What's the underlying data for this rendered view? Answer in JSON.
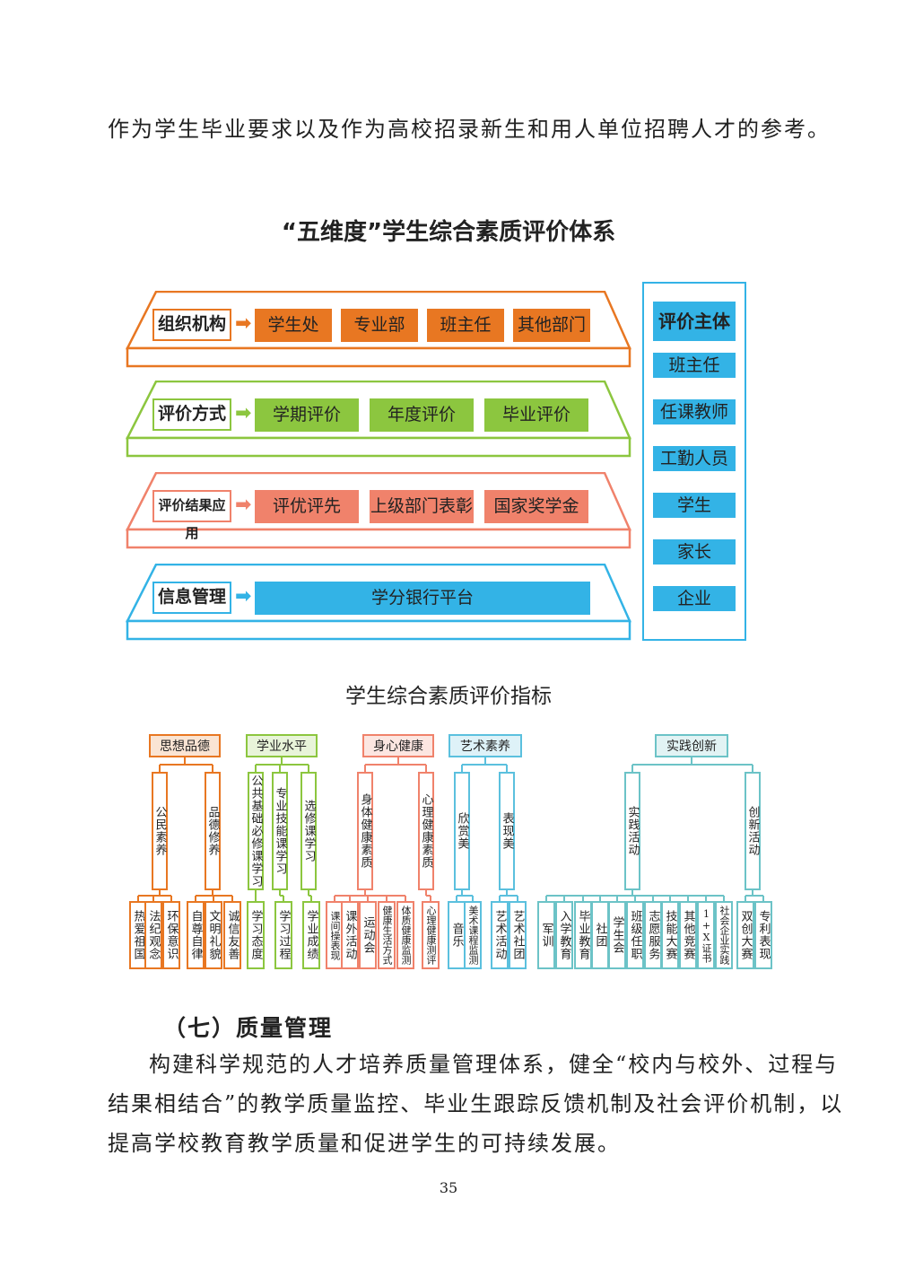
{
  "intro_text": "作为学生毕业要求以及作为高校招录新生和用人单位招聘人才的参考。",
  "diagram1": {
    "title": "“五维度”学生综合素质评价体系",
    "bands": [
      {
        "label": "组织机构",
        "color": "#E87722",
        "items": [
          "学生处",
          "专业部",
          "班主任",
          "其他部门"
        ]
      },
      {
        "label": "评价方式",
        "color": "#8CC63F",
        "items": [
          "学期评价",
          "年度评价",
          "毕业评价"
        ]
      },
      {
        "label": "评价结果应用",
        "color": "#F0826B",
        "items": [
          "评优评先",
          "上级部门表彰",
          "国家奖学金"
        ]
      },
      {
        "label": "信息管理",
        "color": "#33B3E6",
        "items": [
          "学分银行平台"
        ]
      }
    ],
    "subject_panel": {
      "title": "评价主体",
      "color": "#33B3E6",
      "items": [
        "班主任",
        "任课教师",
        "工勤人员",
        "学生",
        "家长",
        "企业"
      ]
    }
  },
  "diagram2": {
    "title": "学生综合素质评价指标",
    "categories": [
      {
        "label": "思想品德",
        "color": "#E87722",
        "subs": [
          {
            "label": "公民素养",
            "leaves": [
              "热爱祖国",
              "法纪观念",
              "环保意识"
            ]
          },
          {
            "label": "品德修养",
            "leaves": [
              "自尊自律",
              "文明礼貌",
              "诚信友善"
            ]
          }
        ]
      },
      {
        "label": "学业水平",
        "color": "#8CC63F",
        "subs": [
          {
            "label": "公共基础必修课学习",
            "leaves": [
              "学习态度"
            ]
          },
          {
            "label": "专业技能课学习",
            "leaves": [
              "学习过程"
            ]
          },
          {
            "label": "选修课学习",
            "leaves": [
              "学业成绩"
            ]
          }
        ]
      },
      {
        "label": "身心健康",
        "color": "#F0826B",
        "subs": [
          {
            "label": "身体健康素质",
            "leaves": [
              "课间操表现",
              "课外活动",
              "运动会",
              "健康生活方式",
              "体质健康监测"
            ]
          },
          {
            "label": "心理健康素质",
            "leaves": [
              "心理健康测评"
            ]
          }
        ]
      },
      {
        "label": "艺术素养",
        "color": "#5BC0DE",
        "subs": [
          {
            "label": "欣赏美",
            "leaves": [
              "音乐",
              "美术课程监测"
            ]
          },
          {
            "label": "表现美",
            "leaves": [
              "艺术活动",
              "艺术社团"
            ]
          }
        ]
      },
      {
        "label": "实践创新",
        "color": "#6CC3C7",
        "subs": [
          {
            "label": "实践活动",
            "leaves": [
              "军训",
              "入学教育",
              "毕业教育",
              "社团",
              "学生会",
              "班级任职",
              "志愿服务",
              "技能大赛",
              "其他竞赛",
              "1+X证书",
              "社会企业实践"
            ]
          },
          {
            "label": "创新活动",
            "leaves": [
              "双创大赛",
              "专利表现"
            ]
          }
        ]
      }
    ]
  },
  "section_heading": "（七）质量管理",
  "section_para_lines": [
    "构建科学规范的人才培养质量管理体系，健全“校内与校外、过程与",
    "结果相结合”的教学质量监控、毕业生跟踪反馈机制及社会评价机制，以",
    "提高学校教育教学质量和促进学生的可持续发展。"
  ],
  "page_number": "35"
}
